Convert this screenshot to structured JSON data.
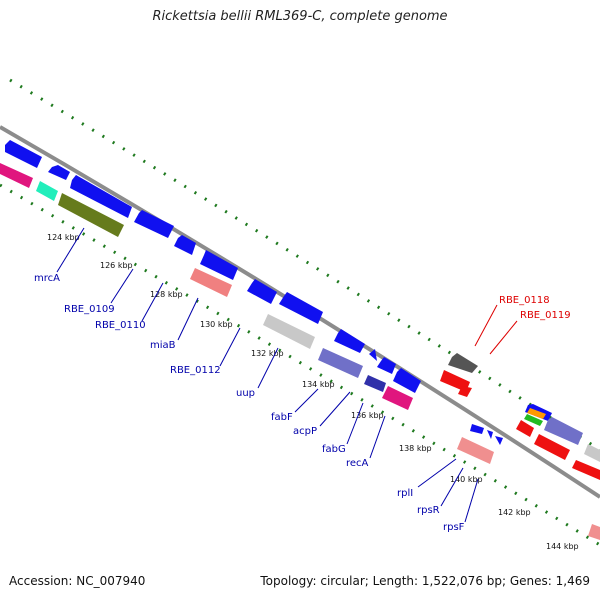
{
  "title": "Rickettsia bellii RML369-C, complete genome",
  "footer": {
    "accession": "Accession: NC_007940",
    "topology": "Topology: circular; Length: 1,522,076 bp; Genes: 1,469"
  },
  "colors": {
    "backbone": "#8c8c8c",
    "dotted_track": "#1f7a1f",
    "blue_gene": "#1010f0",
    "red_gene": "#ee1111",
    "label_blue": "#0000aa",
    "label_red": "#dd0000"
  },
  "ticks": [
    "124 kbp",
    "126 kbp",
    "128 kbp",
    "130 kbp",
    "132 kbp",
    "134 kbp",
    "136 kbp",
    "138 kbp",
    "140 kbp",
    "142 kbp",
    "144 kbp"
  ],
  "gene_labels": [
    {
      "text": "mrcA",
      "color": "blue"
    },
    {
      "text": "RBE_0109",
      "color": "blue"
    },
    {
      "text": "RBE_0110",
      "color": "blue"
    },
    {
      "text": "miaB",
      "color": "blue"
    },
    {
      "text": "RBE_0112",
      "color": "blue"
    },
    {
      "text": "uup",
      "color": "blue"
    },
    {
      "text": "fabF",
      "color": "blue"
    },
    {
      "text": "acpP",
      "color": "blue"
    },
    {
      "text": "fabG",
      "color": "blue"
    },
    {
      "text": "recA",
      "color": "blue"
    },
    {
      "text": "rplI",
      "color": "blue"
    },
    {
      "text": "rpsR",
      "color": "blue"
    },
    {
      "text": "rpsF",
      "color": "blue"
    },
    {
      "text": "RBE_0118",
      "color": "red"
    },
    {
      "text": "RBE_0119",
      "color": "red"
    }
  ]
}
